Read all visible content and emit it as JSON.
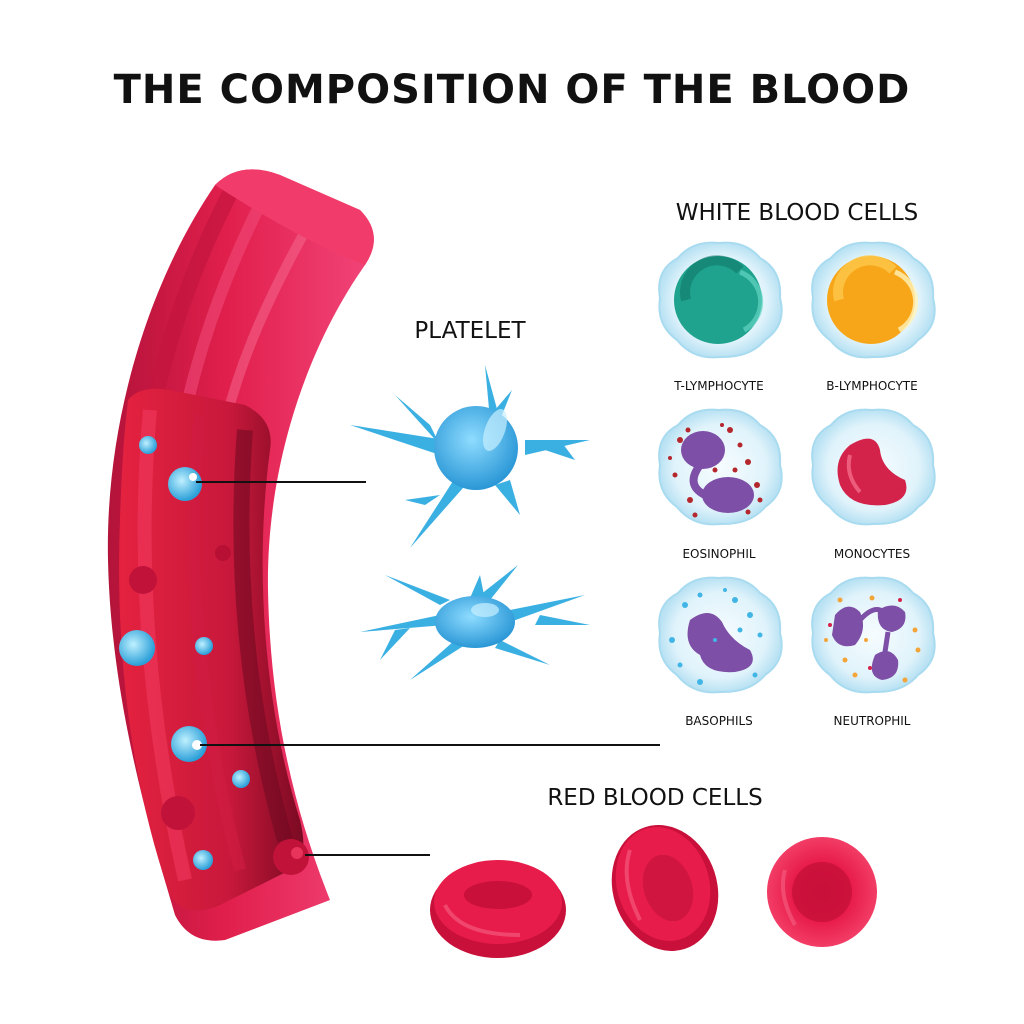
{
  "title": "THE COMPOSITION OF THE BLOOD",
  "sections": {
    "platelet": "PLATELET",
    "white_blood_cells": "WHITE BLOOD CELLS",
    "red_blood_cells": "RED BLOOD CELLS"
  },
  "white_cells": [
    {
      "label": "T-LYMPHOCYTE",
      "nucleus_color": "#1fa28e"
    },
    {
      "label": "B-LYMPHOCYTE",
      "nucleus_color": "#f7a619"
    },
    {
      "label": "EOSINOPHIL",
      "nucleus_color": "#7d4fa6"
    },
    {
      "label": "MONOCYTES",
      "nucleus_color": "#d4234b"
    },
    {
      "label": "BASOPHILS",
      "nucleus_color": "#7d4fa6"
    },
    {
      "label": "NEUTROPHIL",
      "nucleus_color": "#7d4fa6"
    }
  ],
  "colors": {
    "vessel": "#e6204b",
    "vessel_dark": "#a8122f",
    "plasma_cell": "#41b6e6",
    "platelet": "#3ab0e2",
    "red_cell": "#e81c4a",
    "membrane": "#d8eef8"
  }
}
